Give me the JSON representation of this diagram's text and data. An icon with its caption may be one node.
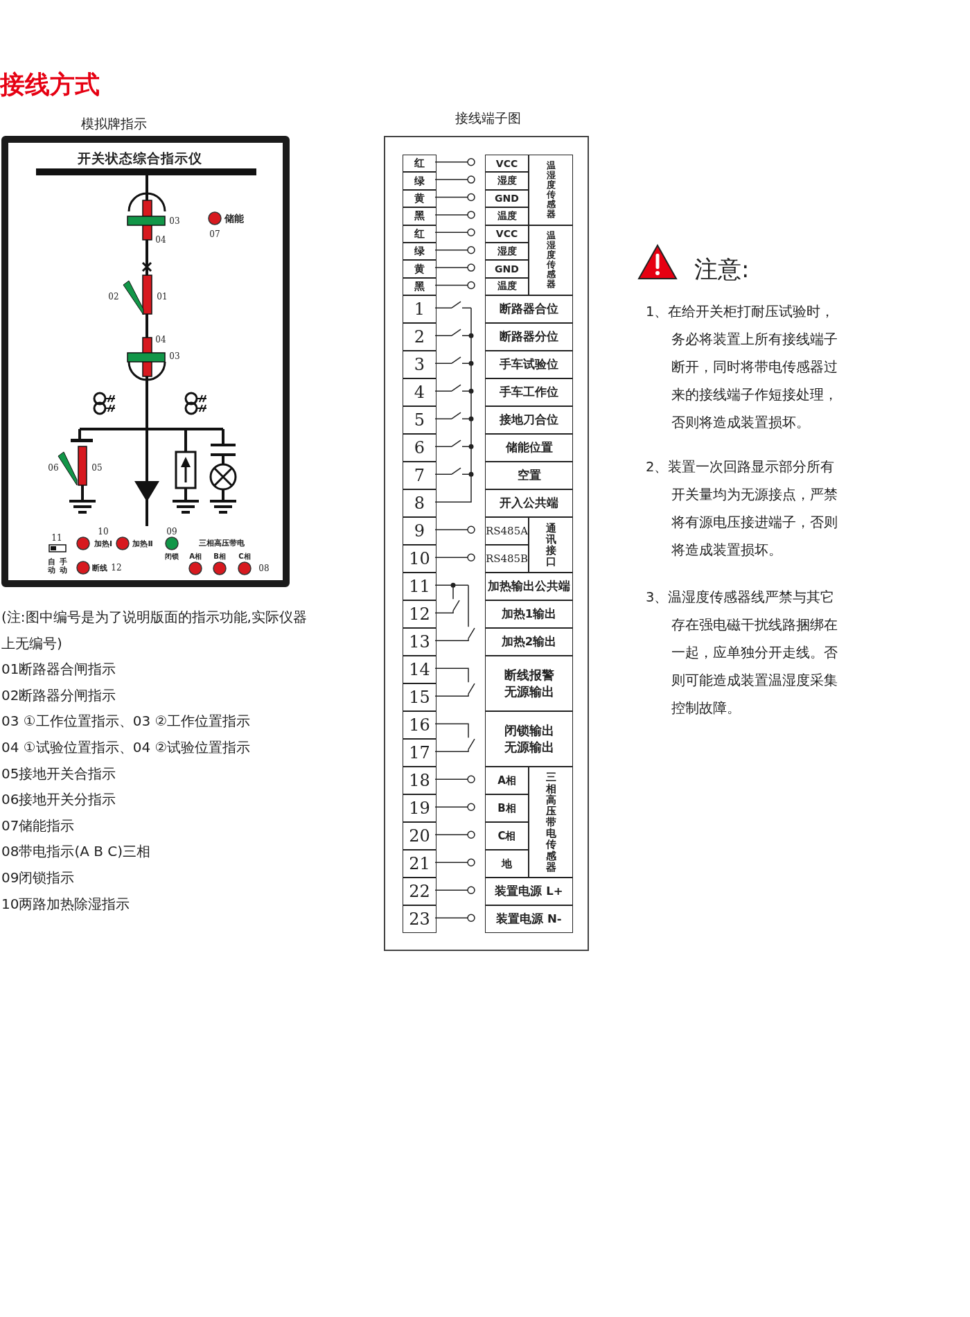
{
  "diagram": {
    "title": "接线方式",
    "nodes": [
      {
        "text": [
          "模拟牌指示",
          "开关状态综合指示仪"
        ]
      },
      {
        "text": [
          "接线端子图"
        ]
      },
      {
        "text": [
          "红"
        ],
        "in": 1
      },
      {
        "text": [
          "VCC"
        ],
        "in": 1
      },
      {
        "text": [
          "温湿度传感器"
        ],
        "in": 1
      },
      {
        "text": [
          "绿"
        ],
        "in": 1
      },
      {
        "text": [
          "湿度"
        ],
        "in": 1
      },
      {
        "text": [
          "黄"
        ],
        "in": 1
      },
      {
        "text": [
          "GND"
        ],
        "in": 1
      },
      {
        "text": [
          "黑"
        ],
        "in": 1
      },
      {
        "text": [
          "温度"
        ],
        "in": 1
      },
      {
        "text": [
          "红"
        ],
        "in": 1
      },
      {
        "text": [
          "VCC"
        ],
        "in": 1
      },
      {
        "text": [
          "温湿度传感器"
        ],
        "in": 1
      },
      {
        "text": [
          "绿"
        ],
        "in": 1
      },
      {
        "text": [
          "湿度"
        ],
        "in": 1
      },
      {
        "text": [
          "黄"
        ],
        "in": 1
      },
      {
        "text": [
          "GND"
        ],
        "in": 1
      },
      {
        "text": [
          "黑"
        ],
        "in": 1
      },
      {
        "text": [
          "温度"
        ],
        "in": 1
      },
      {
        "text": [
          "1"
        ],
        "in": 1
      },
      {
        "text": [
          "断路器合位"
        ],
        "in": 1
      },
      {
        "text": [
          "2"
        ],
        "in": 1
      },
      {
        "text": [
          "断路器分位"
        ],
        "in": 1
      },
      {
        "text": [
          "3"
        ],
        "in": 1
      },
      {
        "text": [
          "手车试验位"
        ],
        "in": 1
      },
      {
        "text": [
          "4"
        ],
        "in": 1
      },
      {
        "text": [
          "手车工作位"
        ],
        "in": 1
      },
      {
        "text": [
          "5"
        ],
        "in": 1
      },
      {
        "text": [
          "接地刀合位"
        ],
        "in": 1
      },
      {
        "text": [
          "6"
        ],
        "in": 1
      },
      {
        "text": [
          "储能位置"
        ],
        "in": 1
      },
      {
        "text": [
          "7"
        ],
        "in": 1
      },
      {
        "text": [
          "空置"
        ],
        "in": 1
      },
      {
        "text": [
          "8"
        ],
        "in": 1
      },
      {
        "text": [
          "开入公共端"
        ],
        "in": 1
      },
      {
        "text": [
          "9"
        ],
        "in": 1
      },
      {
        "text": [
          "RS485A"
        ],
        "in": 1
      },
      {
        "text": [
          "通讯接口"
        ],
        "in": 1
      },
      {
        "text": [
          "10"
        ],
        "in": 1
      },
      {
        "text": [
          "RS485B"
        ],
        "in": 1
      },
      {
        "text": [
          "11"
        ],
        "in": 1
      },
      {
        "text": [
          "加热输出公共端"
        ],
        "in": 1
      },
      {
        "text": [
          "12"
        ],
        "in": 1
      },
      {
        "text": [
          "加热1输出"
        ],
        "in": 1
      },
      {
        "text": [
          "13"
        ],
        "in": 1
      },
      {
        "text": [
          "加热2输出"
        ],
        "in": 1
      },
      {
        "text": [
          "14"
        ],
        "in": 1
      },
      {
        "text": [
          "断线报警无源输出"
        ],
        "in": 1
      },
      {
        "text": [
          "15"
        ],
        "in": 1
      },
      {
        "text": [
          "16"
        ],
        "in": 1
      },
      {
        "text": [
          "闭锁输出无源输出"
        ],
        "in": 1
      },
      {
        "text": [
          "17"
        ],
        "in": 1
      },
      {
        "text": [
          "18"
        ],
        "in": 1
      },
      {
        "text": [
          "A相"
        ],
        "in": 1
      },
      {
        "text": [
          "三相高压带电传感器"
        ],
        "in": 1
      },
      {
        "text": [
          "19"
        ],
        "in": 1
      },
      {
        "text": [
          "B相"
        ],
        "in": 1
      },
      {
        "text": [
          "20"
        ],
        "in": 1
      },
      {
        "text": [
          "C相"
        ],
        "in": 1
      },
      {
        "text": [
          "21"
        ],
        "in": 1
      },
      {
        "text": [
          "地"
        ],
        "in": 1
      },
      {
        "text": [
          "22"
        ],
        "in": 1
      },
      {
        "text": [
          "装置电源 L+"
        ],
        "in": 1
      },
      {
        "text": [
          "23"
        ],
        "in": 1
      },
      {
        "text": [
          "装置电源 N-"
        ],
        "in": 1
      }
    ],
    "labels": [
      "03",
      "04",
      "储能",
      "07",
      "02",
      "01",
      "04",
      "03",
      "06",
      "05",
      "11",
      "10",
      "加热Ⅰ",
      "加热Ⅱ",
      "09",
      "三相高压带电",
      "自动",
      "手动",
      "闭锁",
      "A相",
      "B相",
      "C相",
      "断线",
      "12",
      "08",
      "(注:图中编号是为了说明版面的指示功能,实际仪器上无编号)",
      "01断路器合闸指示",
      "02断路器分闸指示",
      "03 ①工作位置指示、03 ②工作位置指示",
      "04 ①试验位置指示、04 ②试验位置指示",
      "05接地开关合指示",
      "06接地开关分指示",
      "07储能指示",
      "08带电指示(A B C)三相",
      "09闭锁指示",
      "10两路加热除湿指示",
      "注意:",
      "1、在给开关柜打耐压试验时，务必将装置上所有接线端子断开，同时将带电传感器过来的接线端子作短接处理，否则将造成装置损坏。",
      "2、装置一次回路显示部分所有开关量均为无源接点，严禁将有源电压接进端子，否则将造成装置损坏。",
      "3、温湿度传感器线严禁与其它存在强电磁干扰线路捆绑在一起，应单独分开走线。否则可能造成装置温湿度采集控制故障。"
    ]
  }
}
